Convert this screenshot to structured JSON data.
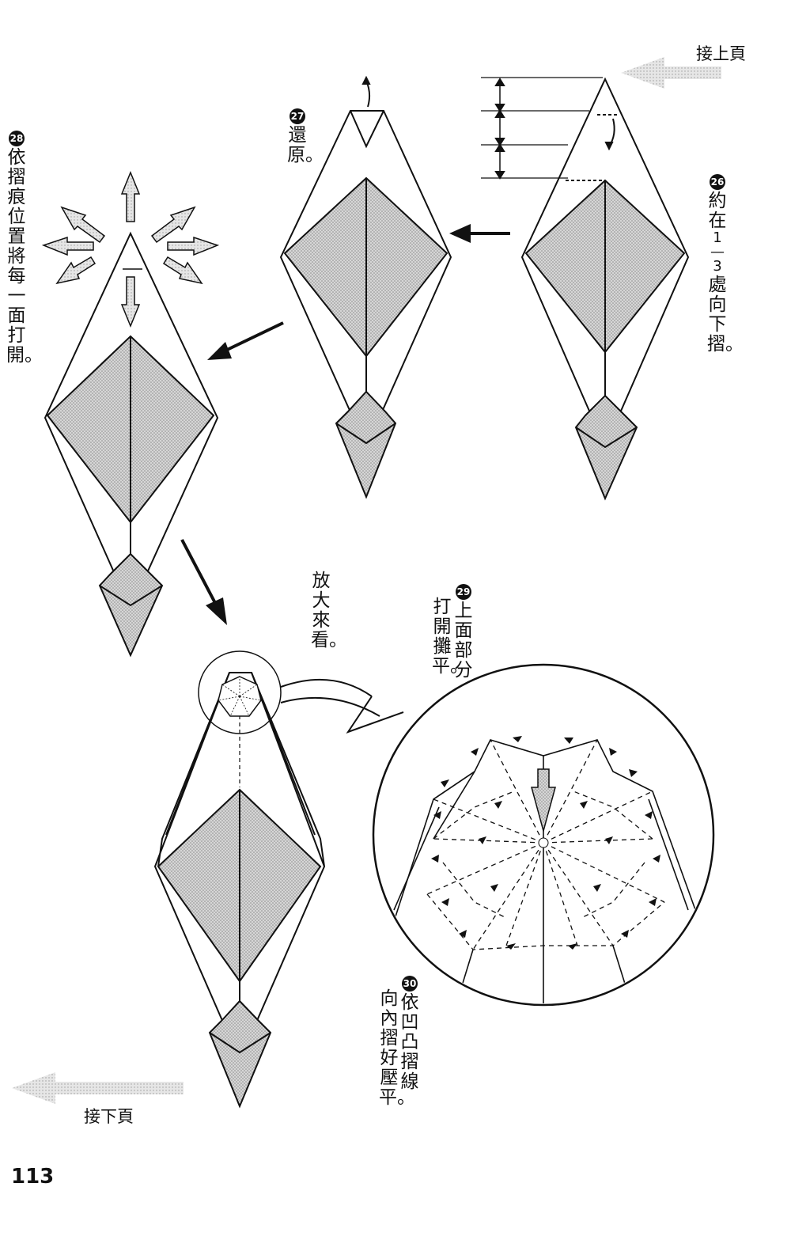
{
  "nav": {
    "prev_page": "接上頁",
    "next_page": "接下頁"
  },
  "page_number": "113",
  "steps": [
    {
      "num": "26",
      "text_a": "約在",
      "fraction_num": "1",
      "fraction_den": "3",
      "text_b": "處向下摺。"
    },
    {
      "num": "27",
      "text": "還原。"
    },
    {
      "num": "28",
      "text": "依摺痕位置將每一面打開。"
    },
    {
      "num": "29",
      "line1": "上面部分",
      "line2": "打開攤平。"
    },
    {
      "num": "30",
      "line1": "依凹凸摺線",
      "line2": "向內摺好壓平。"
    }
  ],
  "zoom_label": "放大來看。",
  "colors": {
    "paper_gray": "#c9c9c9",
    "line": "#111111",
    "arrow_gray": "#bdbdbd"
  }
}
